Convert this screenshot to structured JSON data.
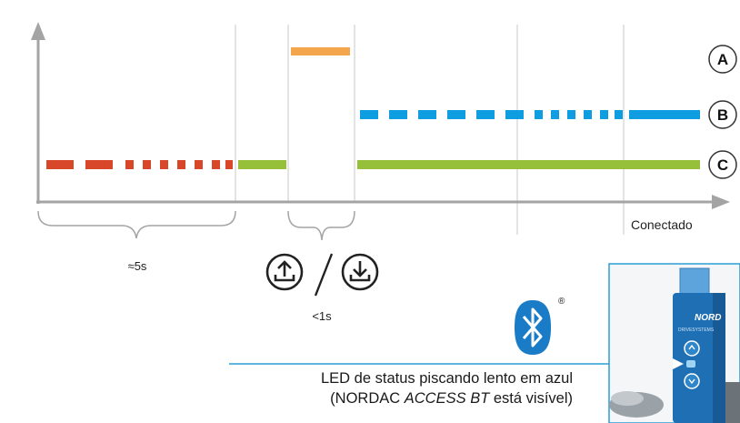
{
  "legend": {
    "a": "A",
    "b": "B",
    "c": "C"
  },
  "labels": {
    "connected": "Conectado",
    "approx_duration": "≈5s",
    "short_duration": "<1s"
  },
  "registered_mark": "®",
  "caption": {
    "line1": "LED de status piscando lento em azul",
    "line2_prefix": "(NORDAC ",
    "line2_product": "ACCESS BT",
    "line2_suffix": " está visível)"
  },
  "device_text": {
    "brand": "NORD",
    "model": "DRIVESYSTEMS"
  },
  "icons": {
    "upload": "upload-circle-icon",
    "download": "download-circle-icon",
    "bluetooth": "bluetooth-icon",
    "slash": "slash-separator"
  },
  "colors": {
    "axis": "#a4a4a4",
    "red": "#d9472b",
    "green": "#97c03a",
    "orange": "#f4a64d",
    "blue": "#0e9de0",
    "device_frame": "#2a9fd6",
    "device_blue": "#1f6fb5"
  }
}
